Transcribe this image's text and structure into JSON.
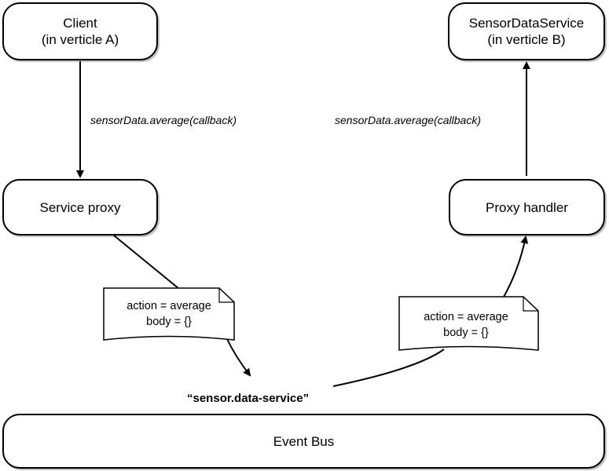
{
  "nodes": {
    "client": {
      "line1": "Client",
      "line2": "(in verticle A)"
    },
    "sensor_service": {
      "line1": "SensorDataService",
      "line2": "(in verticle B)"
    },
    "service_proxy": {
      "label": "Service proxy"
    },
    "proxy_handler": {
      "label": "Proxy handler"
    },
    "event_bus": {
      "label": "Event Bus"
    }
  },
  "edges": {
    "client_to_proxy_label": "sensorData.average(callback)",
    "handler_to_service_label": "sensorData.average(callback)"
  },
  "messages": {
    "left": {
      "line1": "action = average",
      "line2": "body = {}"
    },
    "right": {
      "line1": "action = average",
      "line2": "body = {}"
    }
  },
  "address": "“sensor.data-service”"
}
